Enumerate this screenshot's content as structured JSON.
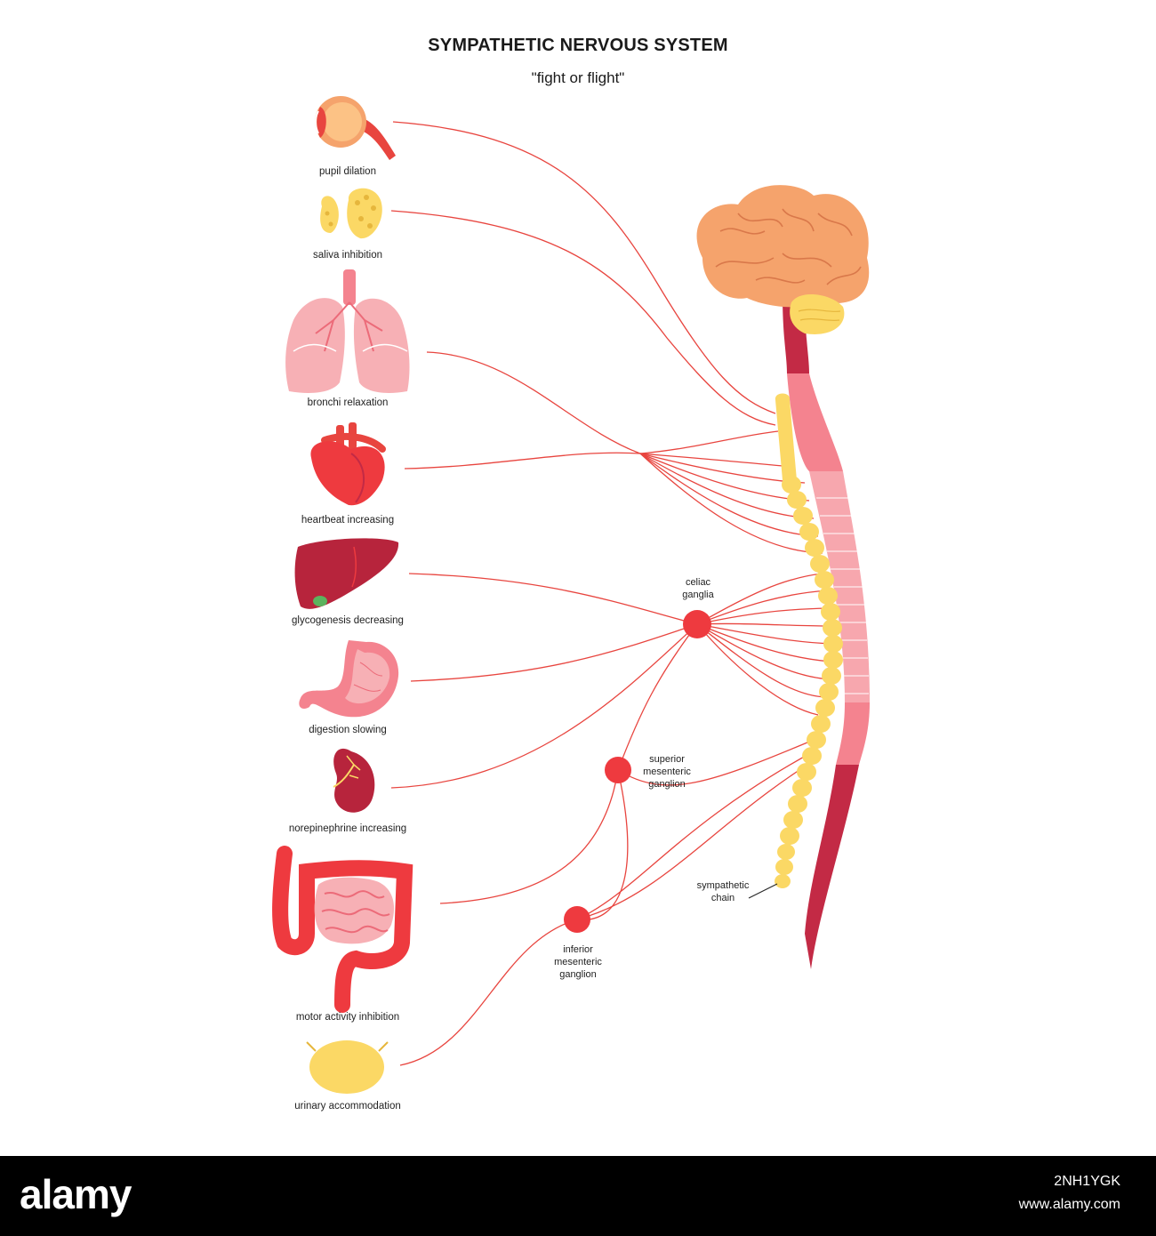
{
  "title": "SYMPATHETIC NERVOUS SYSTEM",
  "subtitle": "\"fight or flight\"",
  "organs": [
    {
      "label": "pupil dilation"
    },
    {
      "label": "saliva inhibition"
    },
    {
      "label": "bronchi relaxation"
    },
    {
      "label": "heartbeat increasing"
    },
    {
      "label": "glycogenesis decreasing"
    },
    {
      "label": "digestion slowing"
    },
    {
      "label": "norepinephrine increasing"
    },
    {
      "label": "motor activity inhibition"
    },
    {
      "label": "urinary accommodation"
    }
  ],
  "ganglia": {
    "celiac": "celiac\nganglia",
    "superior": "superior\nmesenteric\nganglion",
    "inferior": "inferior\nmesenteric\nganglion",
    "chain": "sympathetic\nchain"
  },
  "colors": {
    "nerve": "#e8453f",
    "ganglion": "#ee3a3f",
    "chain": "#fbd865",
    "spine_dark": "#c32a45",
    "spine_light": "#f4838f",
    "brain": "#f5a36c"
  },
  "watermark": {
    "logo": "alamy",
    "image_id": "2NH1YGK",
    "site": "www.alamy.com"
  }
}
